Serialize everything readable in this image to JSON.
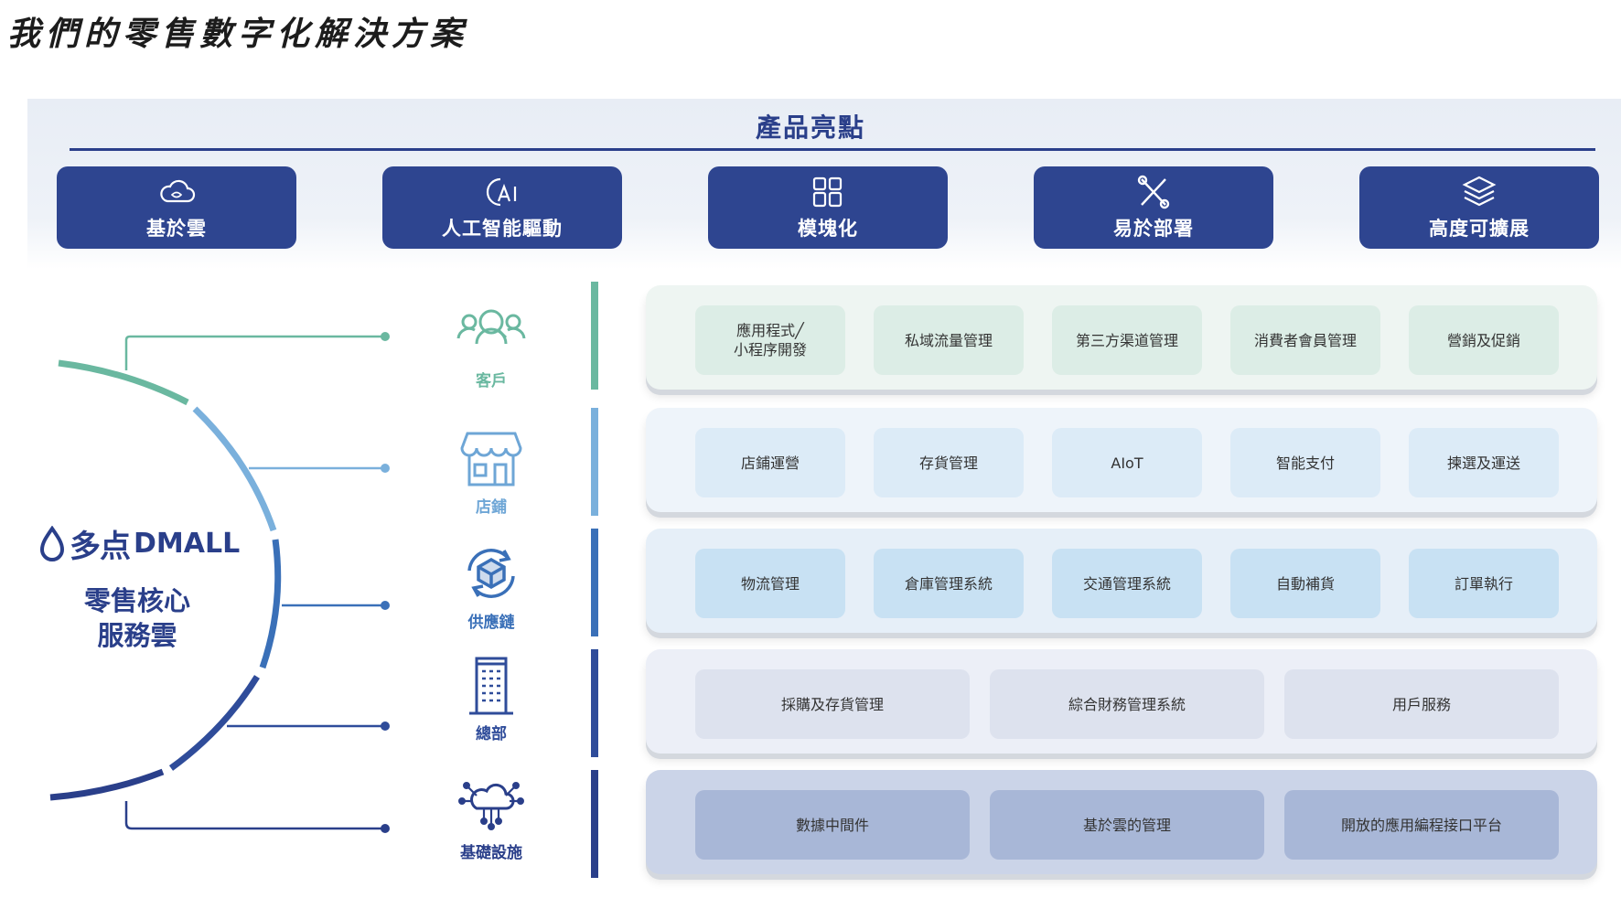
{
  "page_title": "我們的零售數字化解決方案",
  "highlights": {
    "title": "產品亮點",
    "items": [
      {
        "label": "基於雲",
        "icon": "cloud-icon"
      },
      {
        "label": "人工智能驅動",
        "icon": "ai-icon"
      },
      {
        "label": "模塊化",
        "icon": "modules-icon"
      },
      {
        "label": "易於部署",
        "icon": "tools-icon"
      },
      {
        "label": "高度可擴展",
        "icon": "layers-icon"
      }
    ]
  },
  "core": {
    "brand_zh": "多点",
    "brand_en": "DMALL",
    "label_line1": "零售核心",
    "label_line2": "服務雲"
  },
  "layers": [
    {
      "name": "客戶",
      "icon": "customer-icon",
      "color": "#6ab8a0",
      "panel_bg": "#eef5f2",
      "chip_bg": "#dcede6",
      "modules": [
        "應用程式╱\n小程序開發",
        "私域流量管理",
        "第三方渠道管理",
        "消費者會員管理",
        "營銷及促銷"
      ]
    },
    {
      "name": "店鋪",
      "icon": "store-icon",
      "color": "#6ea6d6",
      "panel_bg": "#eef4fa",
      "chip_bg": "#dcebf7",
      "modules": [
        "店鋪運營",
        "存貨管理",
        "AIoT",
        "智能支付",
        "揀選及運送"
      ]
    },
    {
      "name": "供應鏈",
      "icon": "supply-chain-icon",
      "color": "#3a70b8",
      "panel_bg": "#e6eff8",
      "chip_bg": "#c8e1f3",
      "modules": [
        "物流管理",
        "倉庫管理系統",
        "交通管理系統",
        "自動補貨",
        "訂單執行"
      ]
    },
    {
      "name": "總部",
      "icon": "headquarters-icon",
      "color": "#2f4c9a",
      "panel_bg": "#eceff7",
      "chip_bg": "#dde2ee",
      "modules": [
        "採購及存貨管理",
        "綜合財務管理系統",
        "用戶服務"
      ]
    },
    {
      "name": "基礎設施",
      "icon": "infrastructure-icon",
      "color": "#2a3f8a",
      "panel_bg": "#cbd4e8",
      "chip_bg": "#a8b7d7",
      "modules": [
        "數據中間件",
        "基於雲的管理",
        "開放的應用編程接口平台"
      ]
    }
  ],
  "colors": {
    "primary": "#2e4590",
    "heading": "#2a3f8a"
  }
}
